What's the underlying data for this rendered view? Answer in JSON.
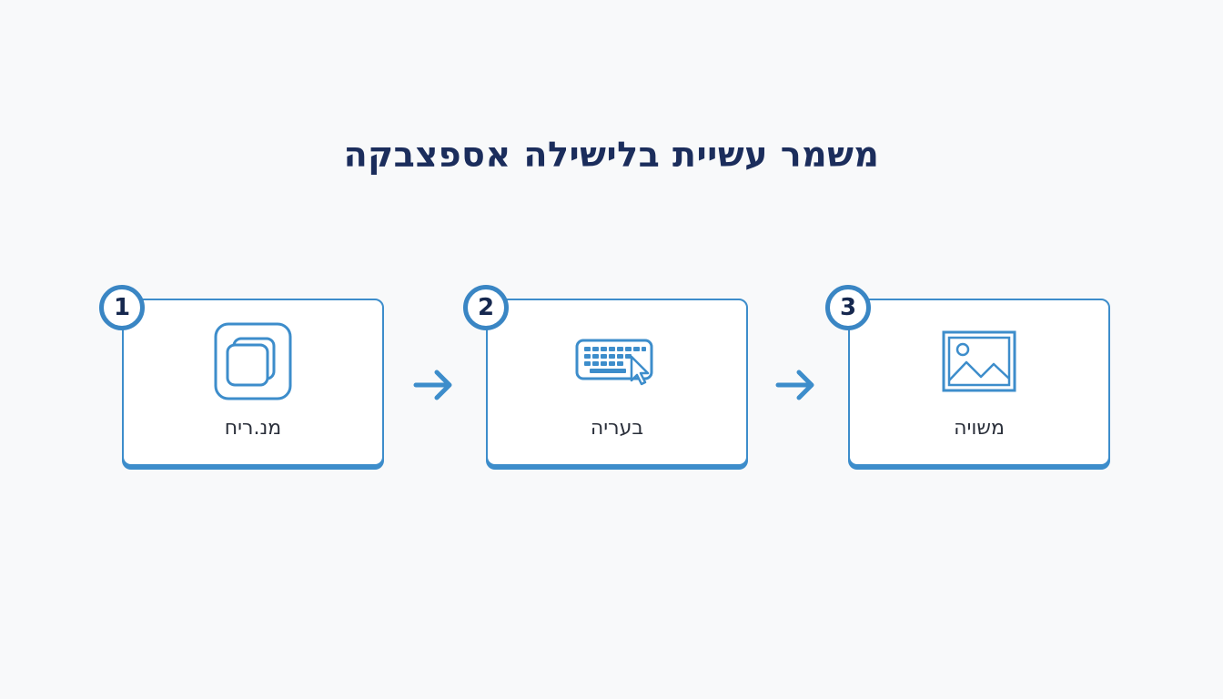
{
  "title": "משמר עשיית בלישילה אספצבקה",
  "steps": [
    {
      "number": "1",
      "label": "מנ.ריח",
      "icon": "stacked-squares-icon"
    },
    {
      "number": "2",
      "label": "בעריה",
      "icon": "keyboard-cursor-icon"
    },
    {
      "number": "3",
      "label": "משויה",
      "icon": "image-icon"
    }
  ],
  "colors": {
    "accent": "#3d8dcb",
    "title": "#1b2d5c",
    "background": "#f8f9fa"
  }
}
